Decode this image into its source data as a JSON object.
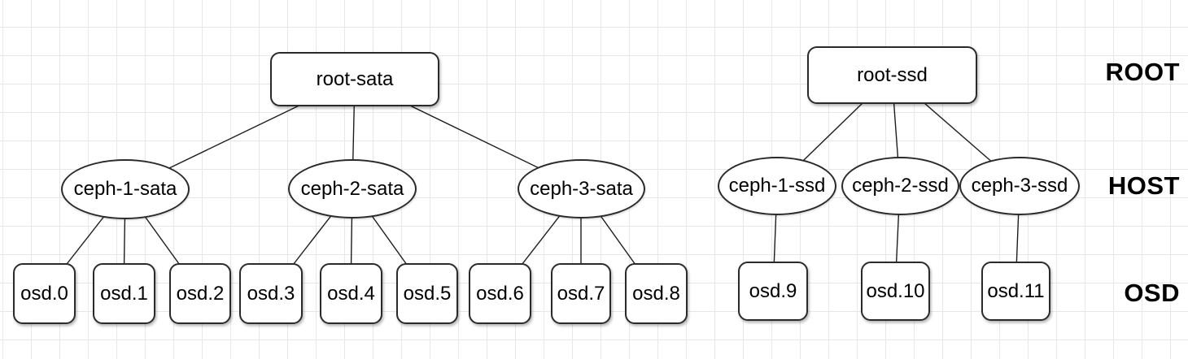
{
  "colors": {
    "background": "#ffffff",
    "grid_line": "#e7e7e7",
    "shape_border": "#2a2a2a",
    "shape_fill": "#ffffff",
    "edge_line": "#1d1d1d",
    "text": "#000000"
  },
  "level_labels": {
    "root": "ROOT",
    "host": "HOST",
    "osd": "OSD"
  },
  "trees": [
    {
      "name": "sata",
      "root_label": "root-sata",
      "hosts": [
        {
          "label": "ceph-1-sata",
          "osds": [
            "osd.0",
            "osd.1",
            "osd.2"
          ]
        },
        {
          "label": "ceph-2-sata",
          "osds": [
            "osd.3",
            "osd.4",
            "osd.5"
          ]
        },
        {
          "label": "ceph-3-sata",
          "osds": [
            "osd.6",
            "osd.7",
            "osd.8"
          ]
        }
      ]
    },
    {
      "name": "ssd",
      "root_label": "root-ssd",
      "hosts": [
        {
          "label": "ceph-1-ssd",
          "osds": [
            "osd.9"
          ]
        },
        {
          "label": "ceph-2-ssd",
          "osds": [
            "osd.10"
          ]
        },
        {
          "label": "ceph-3-ssd",
          "osds": [
            "osd.11"
          ]
        }
      ]
    }
  ]
}
